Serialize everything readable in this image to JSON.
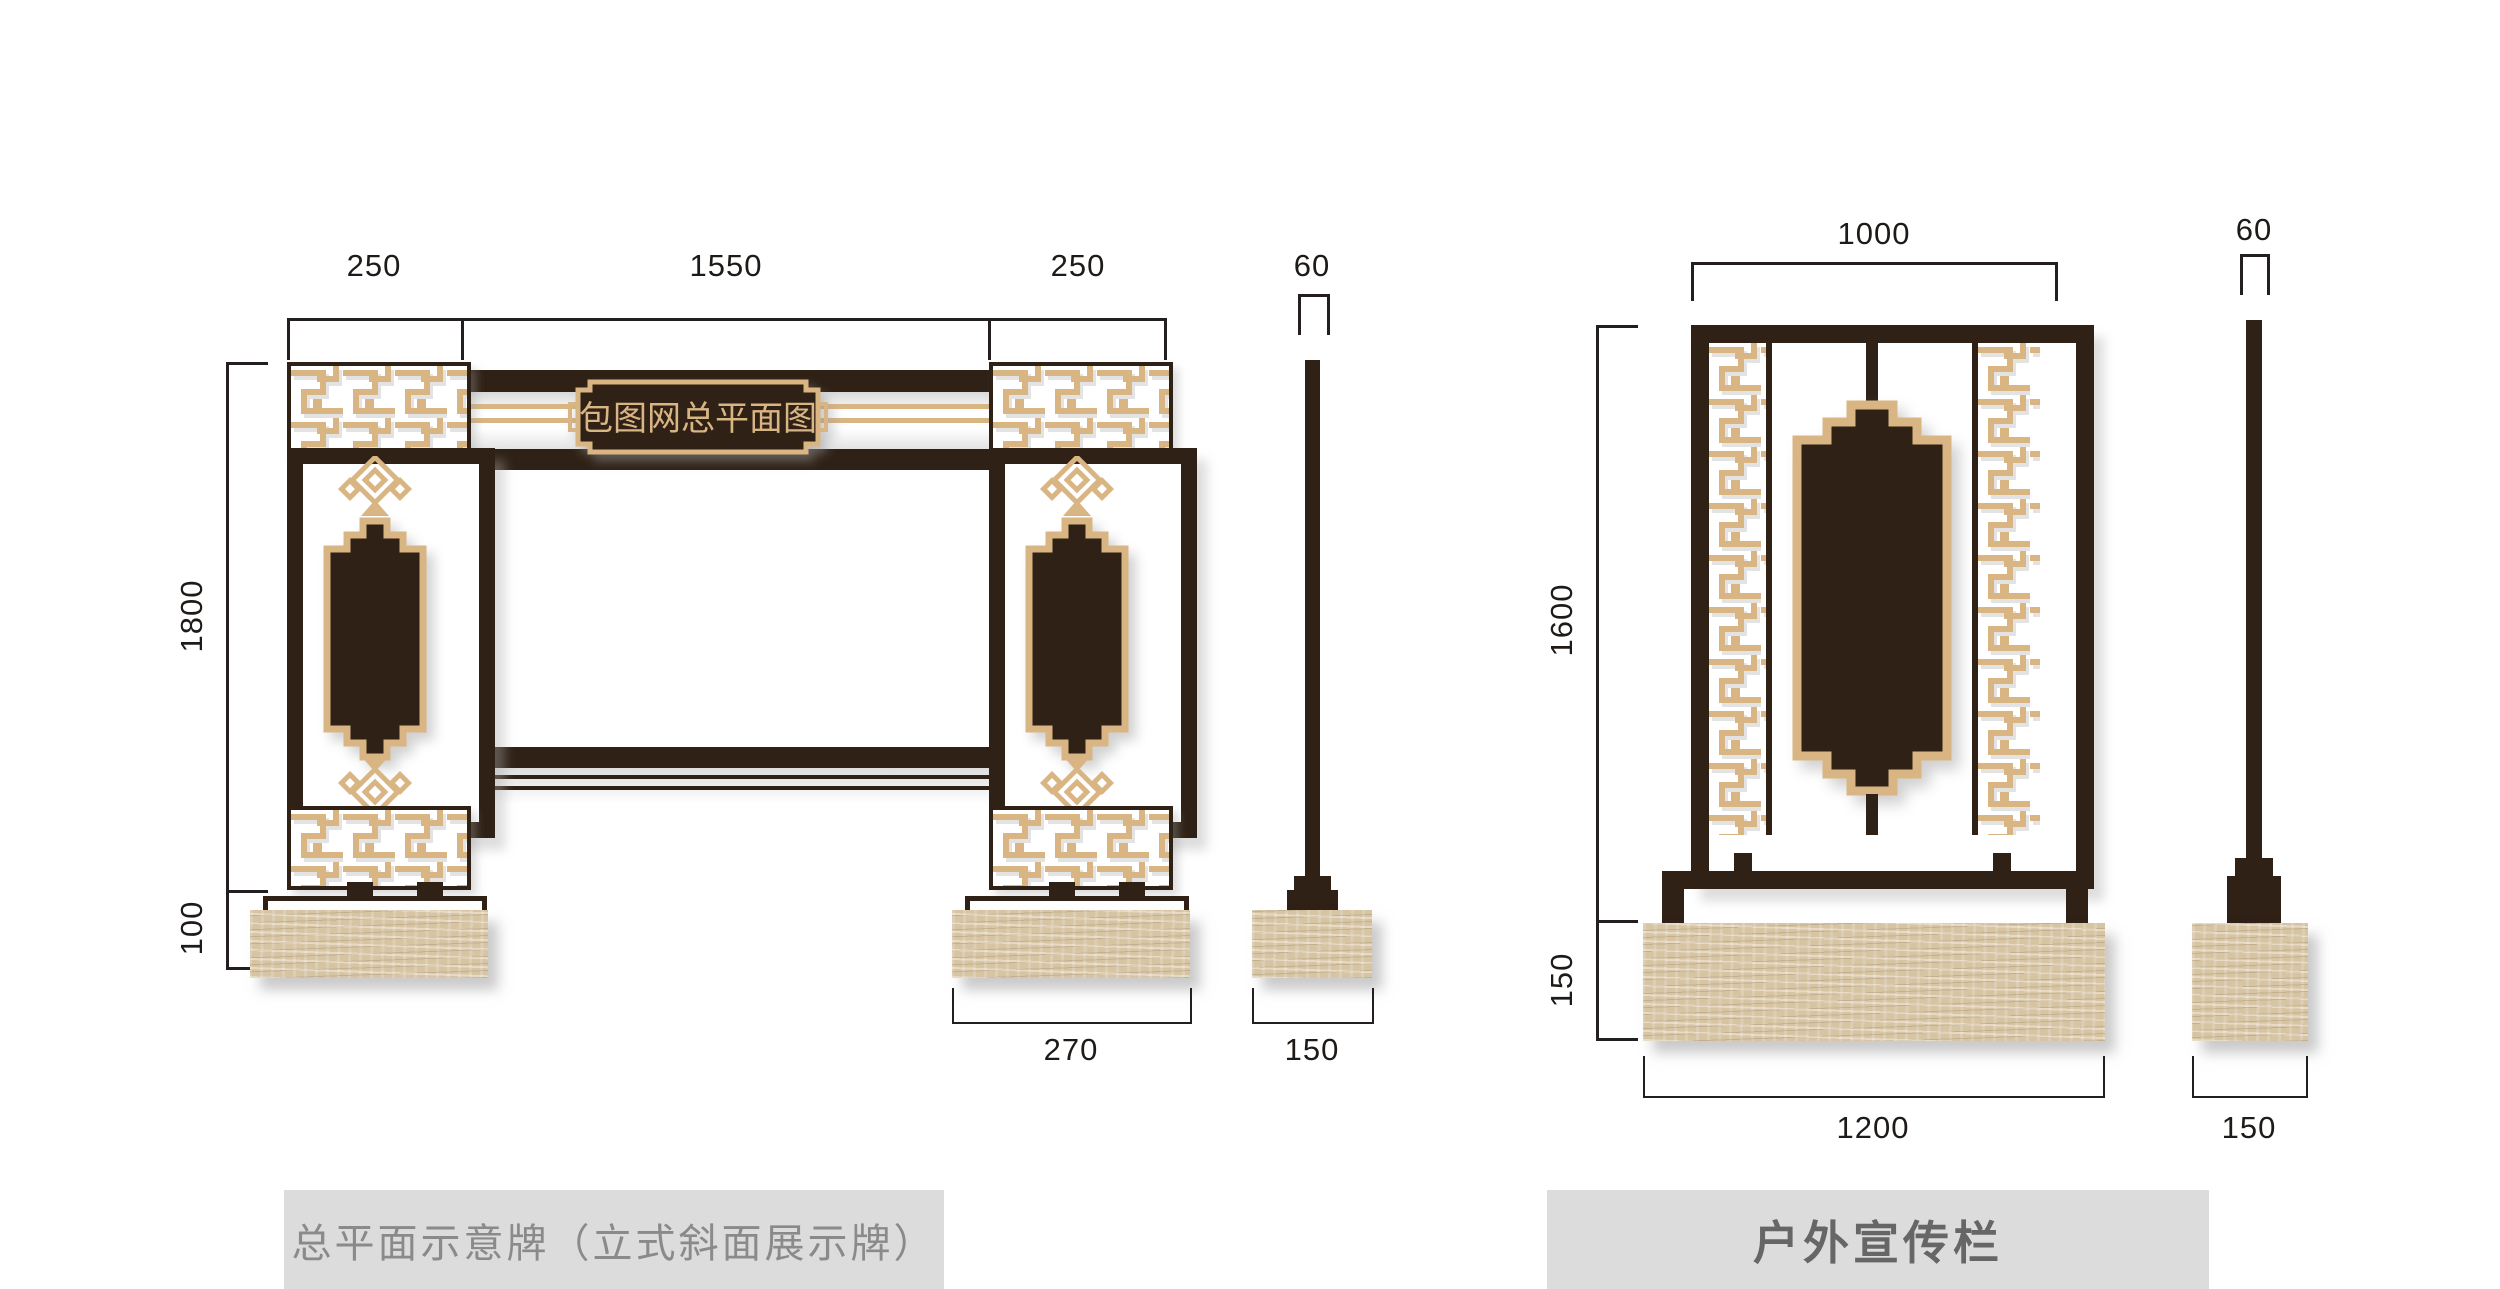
{
  "left_design": {
    "caption": "总平面示意牌（立式斜面展示牌）",
    "plaque_text": "包图网总平面图",
    "dim_top_left": "250",
    "dim_top_center": "1550",
    "dim_top_right": "250",
    "dim_height": "1800",
    "dim_base_height": "100",
    "dim_base_width": "270",
    "side_view": {
      "dim_width": "60",
      "dim_base_width": "150"
    }
  },
  "right_design": {
    "caption": "户外宣传栏",
    "dim_width": "1000",
    "dim_height": "1600",
    "dim_base_height": "150",
    "dim_base_width": "1200",
    "side_view": {
      "dim_width": "60",
      "dim_base_width": "150"
    }
  },
  "colors": {
    "dark_wood": "#2f2115",
    "tan": "#d9b584",
    "stone": "#d6c4a2",
    "caption_bg": "#dcdcdc",
    "dim_line": "#231f20"
  }
}
